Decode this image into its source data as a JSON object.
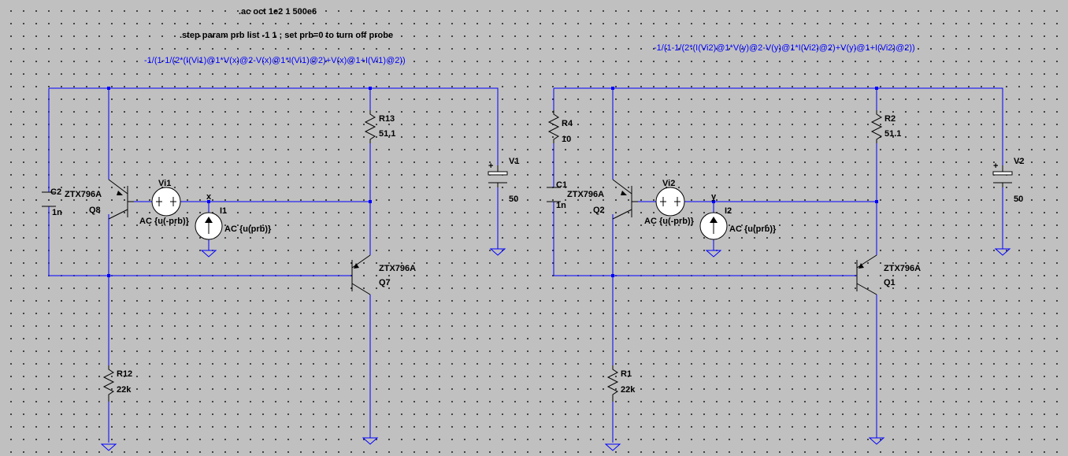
{
  "directives": {
    "ac": ".ac oct 1e2 1 500e6",
    "step": ".step param prb list -1 1 ; set prb=0 to turn off probe",
    "expr_left": "-1/(1-1/(2*(I(Vi1)@1*V(x)@2-V(x)@1*I(Vi1)@2)+V(x)@1+I(Vi1)@2))",
    "expr_right": "-1/(1-1/(2*(I(Vi2)@1*V(y)@2-V(y)@1*I(Vi2)@2)+V(y)@1+I(Vi2)@2))"
  },
  "left": {
    "c2": {
      "name": "C2",
      "value": "1n"
    },
    "q8": {
      "name": "Q8",
      "model": "ZTX796A"
    },
    "vi1": {
      "name": "Vi1",
      "value": "AC {u(-prb)}"
    },
    "i1": {
      "name": "I1",
      "value": "AC {u(prb)}"
    },
    "net": "x",
    "r13": {
      "name": "R13",
      "value": "51.1"
    },
    "v1": {
      "name": "V1",
      "value": "50"
    },
    "q7": {
      "name": "Q7",
      "model": "ZTX796A"
    },
    "r12": {
      "name": "R12",
      "value": "22k"
    }
  },
  "right": {
    "r4": {
      "name": "R4",
      "value": "10"
    },
    "c1": {
      "name": "C1",
      "value": "1n"
    },
    "q2": {
      "name": "Q2",
      "model": "ZTX796A"
    },
    "vi2": {
      "name": "Vi2",
      "value": "AC {u(-prb)}"
    },
    "i2": {
      "name": "I2",
      "value": "AC {u(prb)}"
    },
    "net": "y",
    "r2": {
      "name": "R2",
      "value": "51.1"
    },
    "v2": {
      "name": "V2",
      "value": "50"
    },
    "q1": {
      "name": "Q1",
      "model": "ZTX796A"
    },
    "r1": {
      "name": "R1",
      "value": "22k"
    }
  }
}
